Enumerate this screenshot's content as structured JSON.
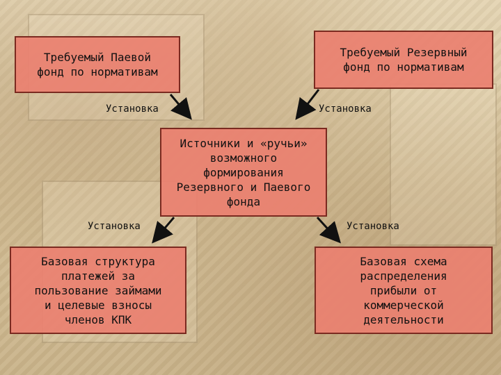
{
  "boxes": {
    "pay_fund": "Требуемый Паевой\nфонд по нормативам",
    "reserve_fund": "Требуемый Резервный\nфонд по нормативам",
    "center": "Источники и «ручьи»\nвозможного\nформирования\nРезервного и Паевого\nфонда",
    "payment_structure": "Базовая структура\nплатежей за\nпользование займами\nи целевые взносы\nчленов КПК",
    "profit_scheme": "Базовая схема\nраспределения\nприбыли от\nкоммерческой\nдеятельности"
  },
  "labels": {
    "top_left": "Установка",
    "top_right": "Установка",
    "bottom_left": "Установка",
    "bottom_right": "Установка"
  },
  "colors": {
    "box_fill": "#ea8070",
    "box_border": "#7a2a20",
    "arrow": "#111111"
  }
}
